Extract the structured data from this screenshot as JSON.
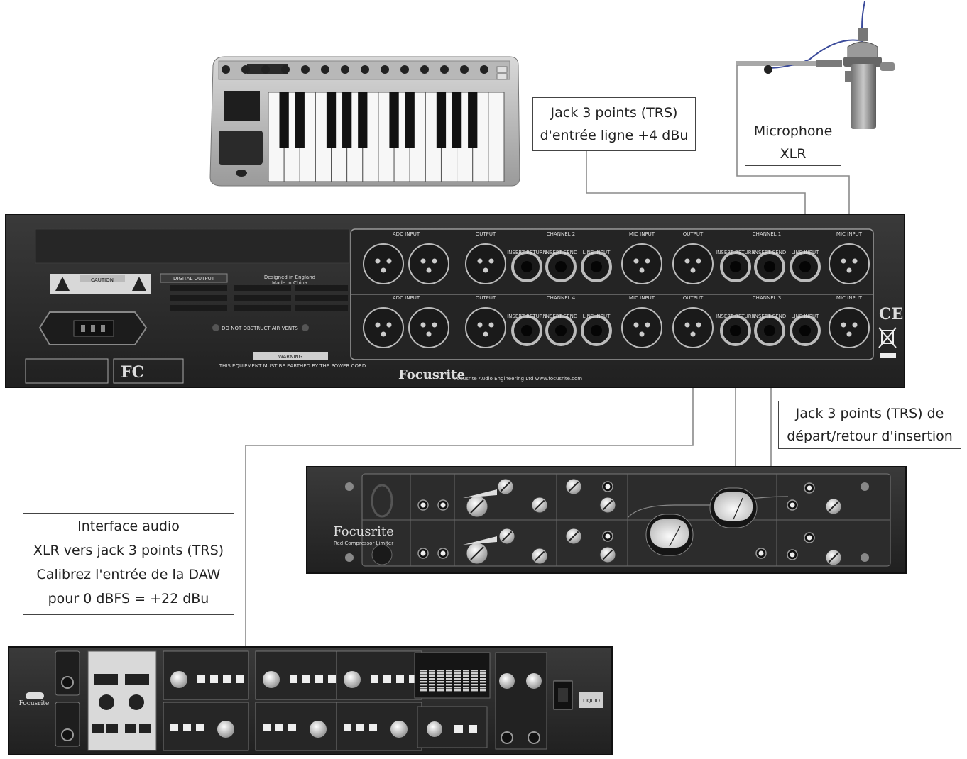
{
  "labels": {
    "trs_line_in": [
      "Jack 3 points (TRS)",
      "d'entrée ligne +4 dBu"
    ],
    "mic_xlr": [
      "Microphone",
      "XLR"
    ],
    "trs_insert": [
      "Jack 3 points (TRS) de",
      "départ/retour d'insertion"
    ],
    "audio_interface": [
      "Interface audio",
      "XLR vers jack 3 points (TRS)",
      "Calibrez l'entrée de la DAW",
      "pour 0 dBFS = +22 dBu"
    ]
  },
  "rear_panel": {
    "caution": "CAUTION",
    "digital_output": "DIGITAL OUTPUT",
    "designed": "Designed in England",
    "made": "Made in China",
    "warning": "WARNING",
    "earthed": "THIS EQUIPMENT MUST BE EARTHED BY THE POWER CORD",
    "do_not_obstruct": "DO NOT OBSTRUCT AIR VENTS",
    "brand": "Focusrite",
    "company": "Focusrite Audio Engineering Ltd  www.focusrite.com",
    "row_top": [
      "ADC INPUT",
      "OUTPUT",
      "CHANNEL 2",
      "INSERT RETURN",
      "INSERT SEND",
      "LINE INPUT",
      "MIC INPUT",
      "OUTPUT",
      "CHANNEL 1",
      "INSERT RETURN",
      "INSERT SEND",
      "LINE INPUT",
      "MIC INPUT"
    ],
    "row_bottom": [
      "ADC INPUT",
      "OUTPUT",
      "CHANNEL 4",
      "INSERT RETURN",
      "INSERT SEND",
      "LINE INPUT",
      "MIC INPUT",
      "OUTPUT",
      "CHANNEL 3",
      "INSERT RETURN",
      "INSERT SEND",
      "LINE INPUT",
      "MIC INPUT"
    ],
    "ce_mark": "CE",
    "fcc_mark": "FC"
  },
  "compressor": {
    "brand": "Focusrite",
    "subtitle": "Red Compressor Limiter"
  },
  "interface_rack": {
    "brand": "Focusrite",
    "liquid": "LIQUID"
  },
  "colors": {
    "cable": "#8a8a8a",
    "rack": "#2b2b2b",
    "rack_dark": "#1c1c1c",
    "label_border": "#444444"
  }
}
